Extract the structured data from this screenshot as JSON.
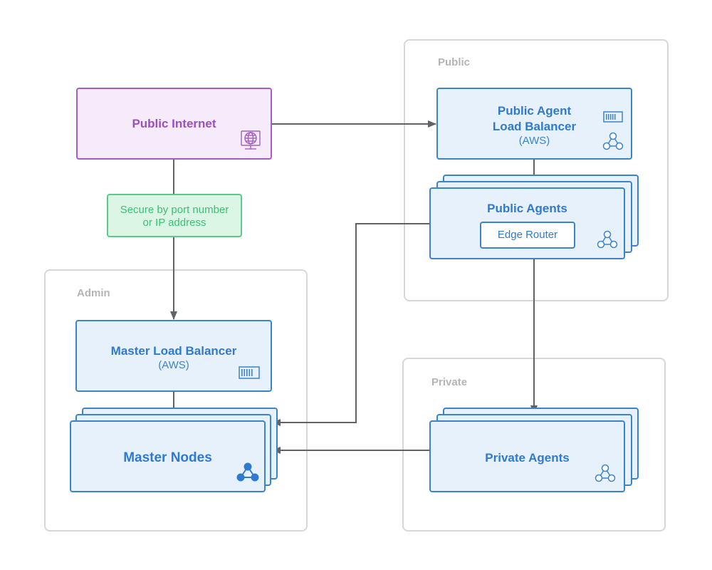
{
  "zones": {
    "public": "Public",
    "admin": "Admin",
    "private": "Private"
  },
  "nodes": {
    "public_internet": "Public Internet",
    "secure_note_line1": "Secure by port number",
    "secure_note_line2": "or IP address",
    "public_lb_line1": "Public Agent",
    "public_lb_line2": "Load Balancer",
    "public_lb_sub": "(AWS)",
    "public_agents": "Public Agents",
    "edge_router": "Edge Router",
    "master_lb": "Master Load Balancer",
    "master_lb_sub": "(AWS)",
    "master_nodes": "Master Nodes",
    "private_agents": "Private Agents"
  },
  "icons": {
    "globe": "globe-icon",
    "load_balancer": "load-balancer-icon",
    "cluster": "cluster-icon"
  },
  "colors": {
    "node_blue": "#3b84cc",
    "node_fill": "#e7f1fb",
    "internet_purple": "#a45dc3",
    "secure_green": "#5cc98a",
    "arrow_gray": "#5f6368",
    "zone_border": "#d7d7d7"
  }
}
